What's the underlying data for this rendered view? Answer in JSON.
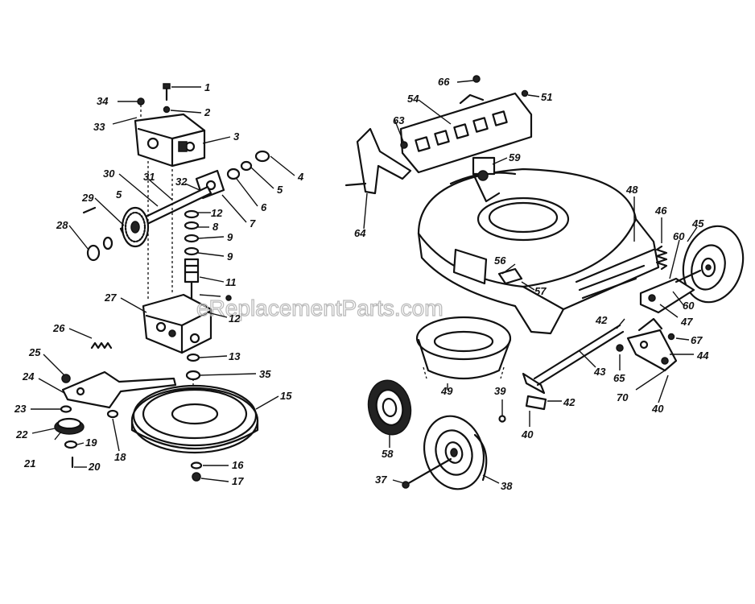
{
  "watermark": "eReplacementParts.com",
  "labels": [
    {
      "id": "1",
      "text": "1"
    },
    {
      "id": "2",
      "text": "2"
    },
    {
      "id": "3",
      "text": "3"
    },
    {
      "id": "4",
      "text": "4"
    },
    {
      "id": "5a",
      "text": "5"
    },
    {
      "id": "5b",
      "text": "5"
    },
    {
      "id": "6",
      "text": "6"
    },
    {
      "id": "7",
      "text": "7"
    },
    {
      "id": "8",
      "text": "8"
    },
    {
      "id": "9a",
      "text": "9"
    },
    {
      "id": "9b",
      "text": "9"
    },
    {
      "id": "11",
      "text": "11"
    },
    {
      "id": "12a",
      "text": "12"
    },
    {
      "id": "12b",
      "text": "12"
    },
    {
      "id": "13",
      "text": "13"
    },
    {
      "id": "15",
      "text": "15"
    },
    {
      "id": "16",
      "text": "16"
    },
    {
      "id": "17",
      "text": "17"
    },
    {
      "id": "18",
      "text": "18"
    },
    {
      "id": "19",
      "text": "19"
    },
    {
      "id": "20",
      "text": "20"
    },
    {
      "id": "21",
      "text": "21"
    },
    {
      "id": "22",
      "text": "22"
    },
    {
      "id": "23",
      "text": "23"
    },
    {
      "id": "24",
      "text": "24"
    },
    {
      "id": "25",
      "text": "25"
    },
    {
      "id": "26",
      "text": "26"
    },
    {
      "id": "27",
      "text": "27"
    },
    {
      "id": "28",
      "text": "28"
    },
    {
      "id": "29",
      "text": "29"
    },
    {
      "id": "30",
      "text": "30"
    },
    {
      "id": "31",
      "text": "31"
    },
    {
      "id": "32",
      "text": "32"
    },
    {
      "id": "33",
      "text": "33"
    },
    {
      "id": "34",
      "text": "34"
    },
    {
      "id": "35",
      "text": "35"
    },
    {
      "id": "37",
      "text": "37"
    },
    {
      "id": "38",
      "text": "38"
    },
    {
      "id": "39",
      "text": "39"
    },
    {
      "id": "40a",
      "text": "40"
    },
    {
      "id": "40b",
      "text": "40"
    },
    {
      "id": "42a",
      "text": "42"
    },
    {
      "id": "42b",
      "text": "42"
    },
    {
      "id": "43",
      "text": "43"
    },
    {
      "id": "44",
      "text": "44"
    },
    {
      "id": "45",
      "text": "45"
    },
    {
      "id": "46",
      "text": "46"
    },
    {
      "id": "47",
      "text": "47"
    },
    {
      "id": "48",
      "text": "48"
    },
    {
      "id": "49",
      "text": "49"
    },
    {
      "id": "51",
      "text": "51"
    },
    {
      "id": "54",
      "text": "54"
    },
    {
      "id": "56",
      "text": "56"
    },
    {
      "id": "57",
      "text": "57"
    },
    {
      "id": "58",
      "text": "58"
    },
    {
      "id": "59",
      "text": "59"
    },
    {
      "id": "60a",
      "text": "60"
    },
    {
      "id": "60b",
      "text": "60"
    },
    {
      "id": "63",
      "text": "63"
    },
    {
      "id": "64",
      "text": "64"
    },
    {
      "id": "65",
      "text": "65"
    },
    {
      "id": "66",
      "text": "66"
    },
    {
      "id": "67",
      "text": "67"
    },
    {
      "id": "70",
      "text": "70"
    }
  ]
}
